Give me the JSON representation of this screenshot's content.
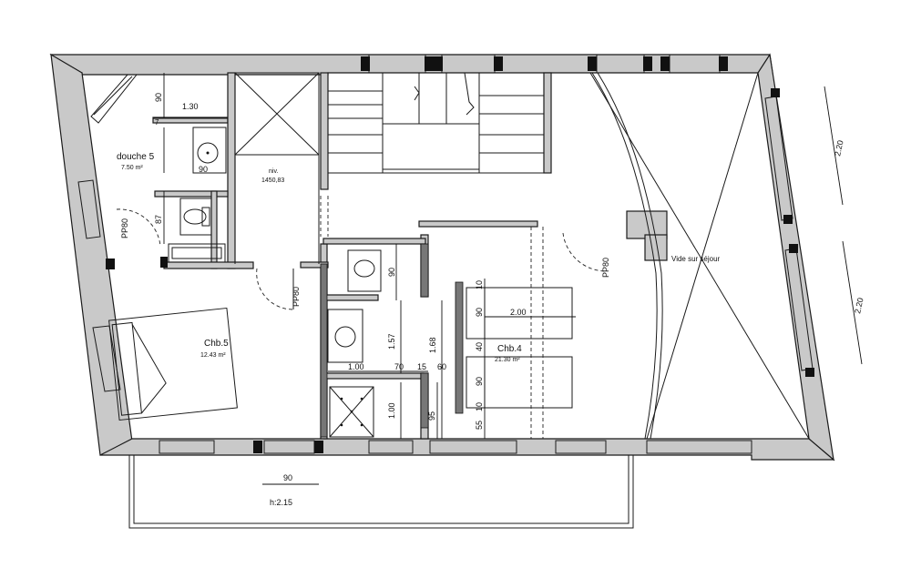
{
  "rooms": {
    "douche5": {
      "name": "douche 5",
      "area": "7.50 m²"
    },
    "chb5": {
      "name": "Chb.5",
      "area": "12.43 m²"
    },
    "chb4": {
      "name": "Chb.4",
      "area": "21.30 m²"
    },
    "stair_level": {
      "label": "niv.",
      "value": "1450,83"
    },
    "void": {
      "label": "Vide sur séjour"
    }
  },
  "doors": {
    "pp80_douche": "PP80",
    "pp80_chb5": "PP80",
    "pp80_chb4": "PP80"
  },
  "dimensions": {
    "d_90_top": "90",
    "d_130": "1.30",
    "d_7": "7",
    "d_90_sink": "90",
    "d_87": "87",
    "d_90_wc": "90",
    "d_157": "1.57",
    "d_168": "1.68",
    "d_100_h": "1.00",
    "d_70": "70",
    "d_15": "15",
    "d_60": "60",
    "d_100_v": "1.00",
    "d_95": "95",
    "d_10_a": "10",
    "d_90_bed_a": "90",
    "d_200": "2.00",
    "d_40": "40",
    "d_90_bed_b": "90",
    "d_10_b": "10",
    "d_55": "55",
    "d_220_a": "2.20",
    "d_220_b": "2.20",
    "d_90_balcony": "90",
    "h_balcony": "h:2.15"
  }
}
